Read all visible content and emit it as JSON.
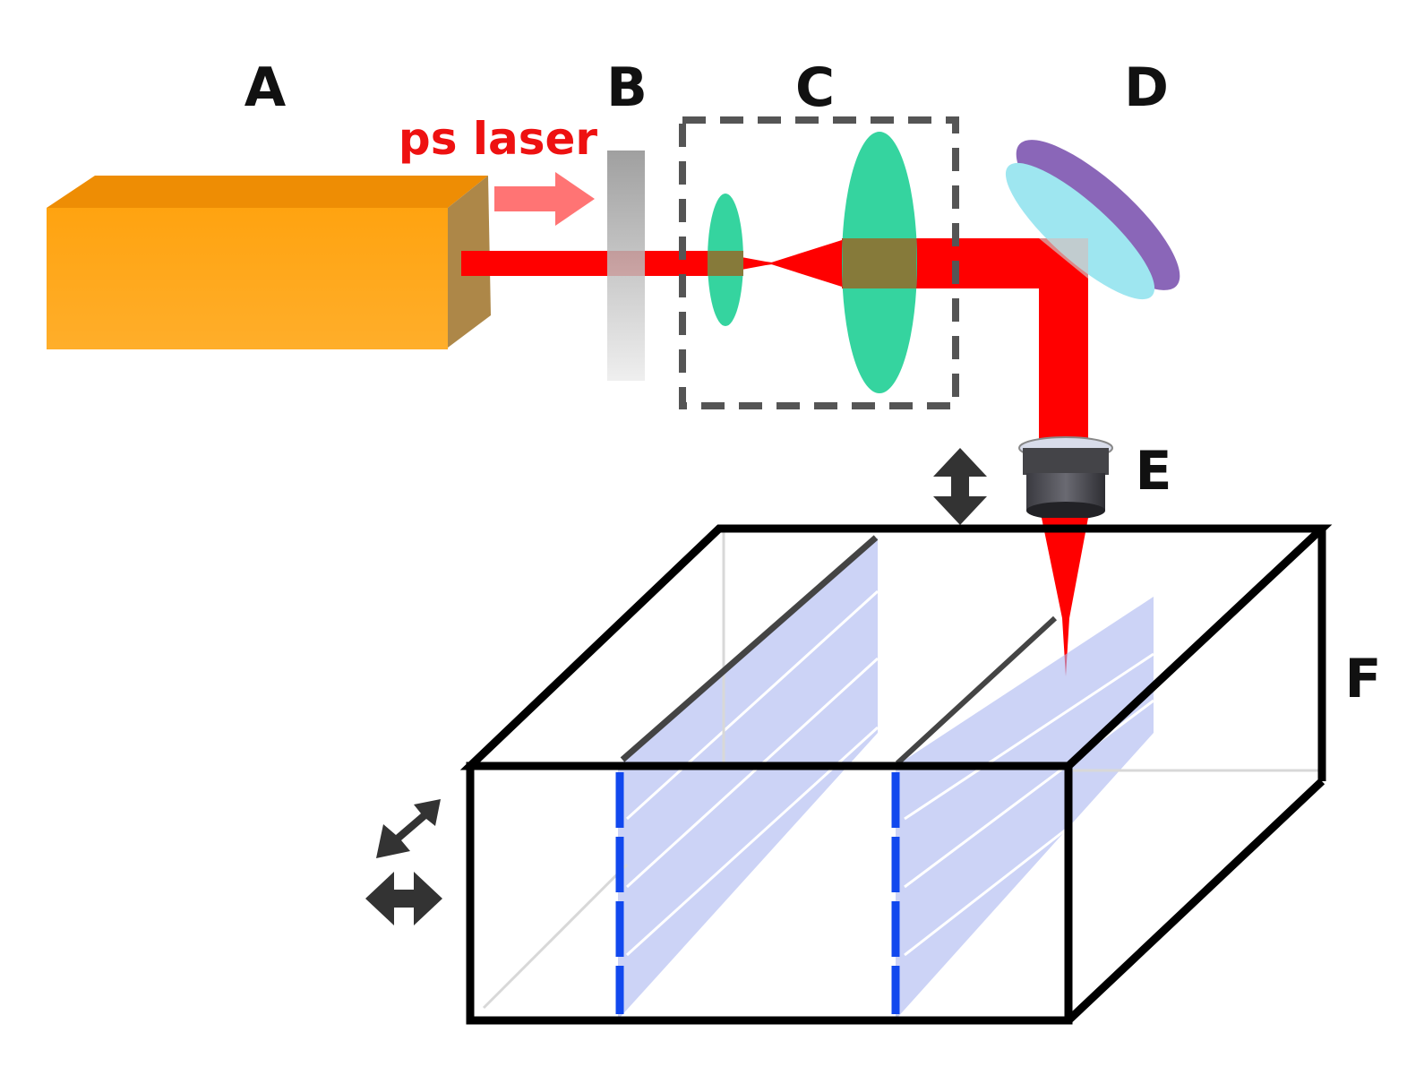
{
  "labels": {
    "laser_source": "A",
    "attenuator": "B",
    "beam_expander": "C",
    "mirror": "D",
    "objective": "E",
    "sample": "F"
  },
  "beam_label": "ps laser",
  "colors": {
    "laser_beam": "#ff0000",
    "laser_label": "#ee1111",
    "laser_source_body": "#ffa516",
    "lens": "#1fcf95",
    "mirror_frame": "#8a66b8",
    "mirror_face": "#9ee6f0",
    "modified_region": "#aab6f0",
    "scan_marks": "#1148ee",
    "sample_outline": "#000000"
  }
}
